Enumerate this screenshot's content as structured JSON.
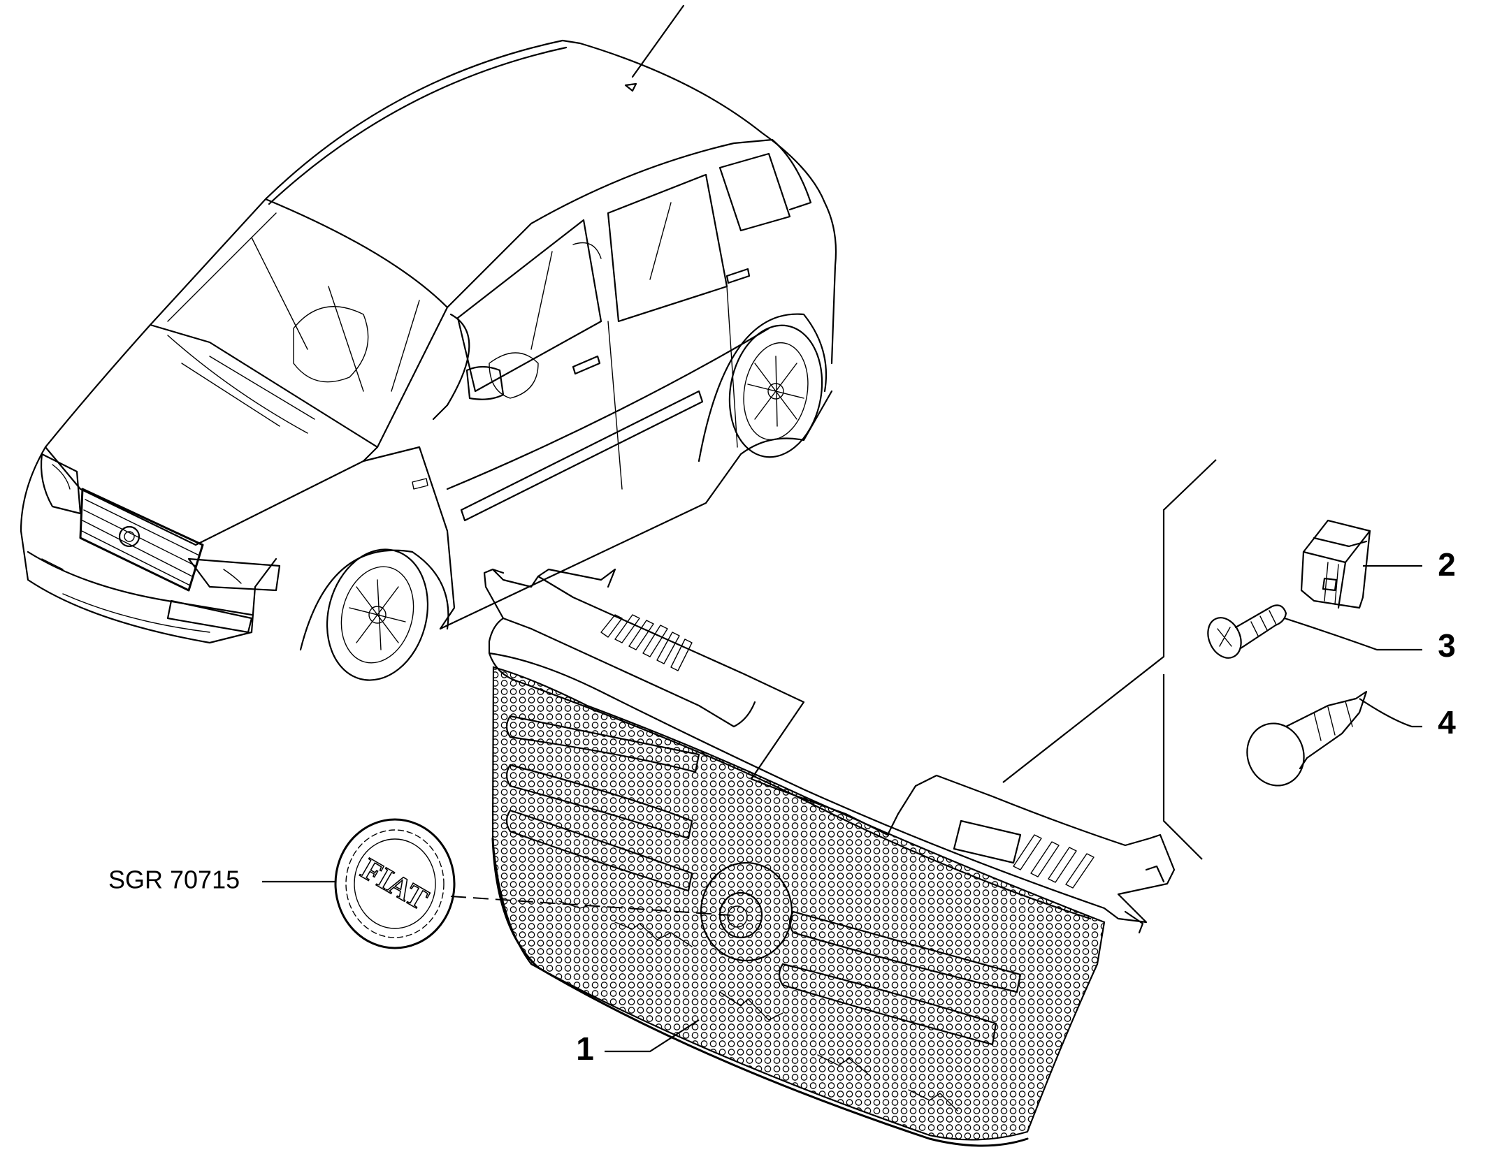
{
  "callouts": {
    "part_1": "1",
    "part_2": "2",
    "part_3": "3",
    "part_4": "4",
    "emblem_ref": "SGR 70715"
  },
  "emblem": {
    "text": "FIAT"
  },
  "colors": {
    "line": "#000000",
    "background": "#ffffff"
  }
}
